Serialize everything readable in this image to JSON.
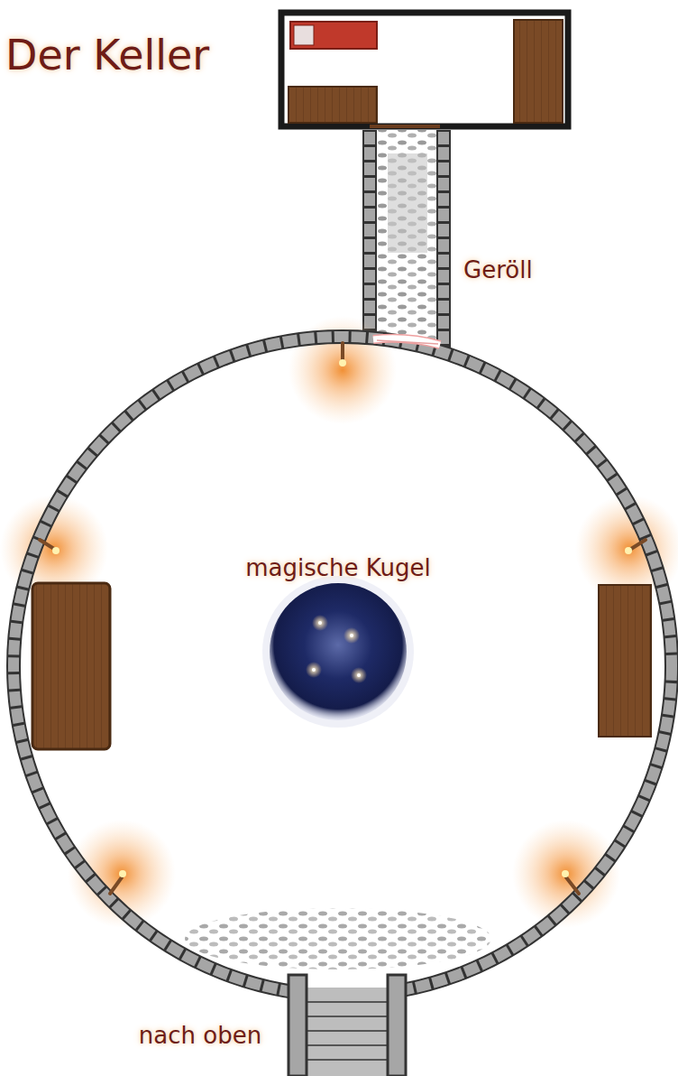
{
  "diagram": {
    "title": "Der Keller",
    "labels": [
      "Geröll",
      "magische Kugel",
      "nach oben"
    ]
  }
}
